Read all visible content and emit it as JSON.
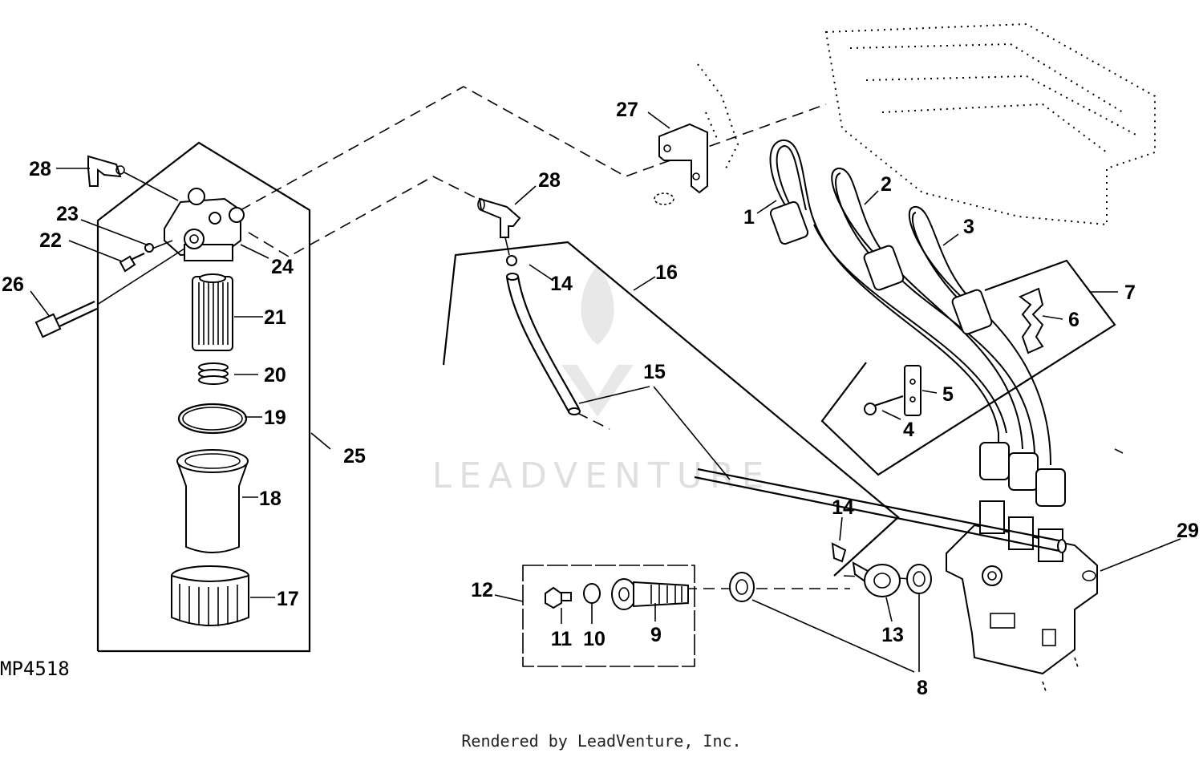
{
  "diagram": {
    "drawing_code": "MP4518",
    "footer": "Rendered by LeadVenture, Inc.",
    "watermark": "LEADVENTURE",
    "callouts": {
      "c1": "1",
      "c2": "2",
      "c3": "3",
      "c4": "4",
      "c5": "5",
      "c6": "6",
      "c7": "7",
      "c8": "8",
      "c9": "9",
      "c10": "10",
      "c11": "11",
      "c12": "12",
      "c13": "13",
      "c14a": "14",
      "c14b": "14",
      "c15": "15",
      "c16": "16",
      "c17": "17",
      "c18": "18",
      "c19": "19",
      "c20": "20",
      "c21": "21",
      "c22": "22",
      "c23": "23",
      "c24": "24",
      "c25": "25",
      "c26": "26",
      "c27": "27",
      "c28a": "28",
      "c28b": "28",
      "c29": "29"
    }
  }
}
